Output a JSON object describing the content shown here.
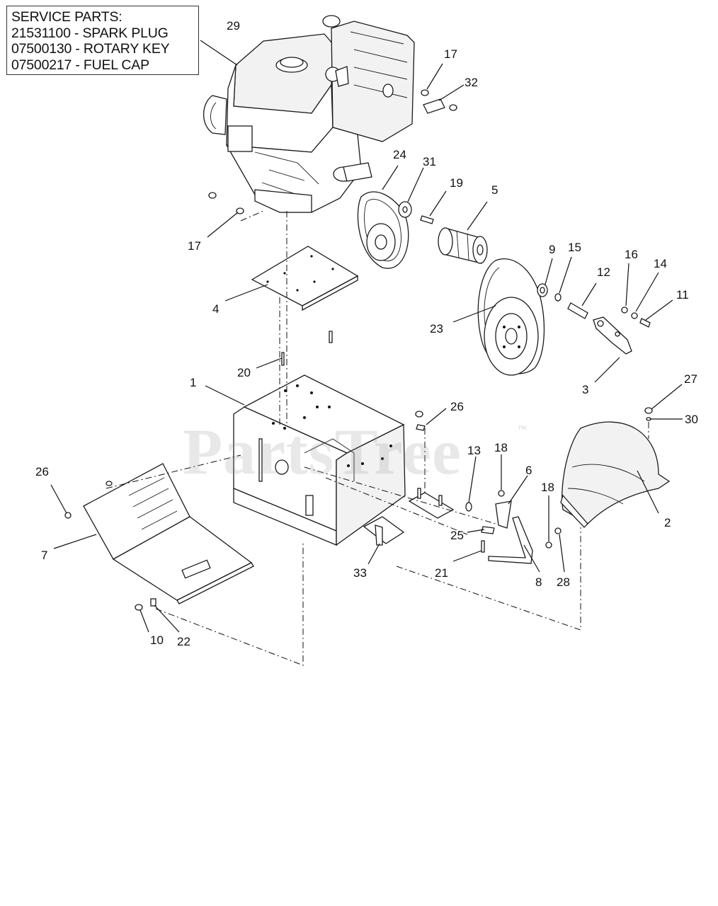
{
  "service_parts": {
    "heading": "SERVICE PARTS:",
    "items": [
      "21531100 - SPARK PLUG",
      "07500130 - ROTARY KEY",
      "07500217 - FUEL CAP"
    ]
  },
  "watermark": {
    "text": "PartsTree",
    "mark": "™"
  },
  "callouts": {
    "c29": "29",
    "c17a": "17",
    "c32": "32",
    "c24": "24",
    "c31": "31",
    "c19": "19",
    "c5": "5",
    "c17b": "17",
    "c9": "9",
    "c15": "15",
    "c16": "16",
    "c14": "14",
    "c4": "4",
    "c12": "12",
    "c11": "11",
    "c23": "23",
    "c20": "20",
    "c3": "3",
    "c1": "1",
    "c27": "27",
    "c26a": "26",
    "c30": "30",
    "c13": "13",
    "c18a": "18",
    "c6": "6",
    "c26b": "26",
    "c18b": "18",
    "c25": "25",
    "c2": "2",
    "c7": "7",
    "c21": "21",
    "c8": "8",
    "c28": "28",
    "c33": "33",
    "c10": "10",
    "c22": "22"
  }
}
